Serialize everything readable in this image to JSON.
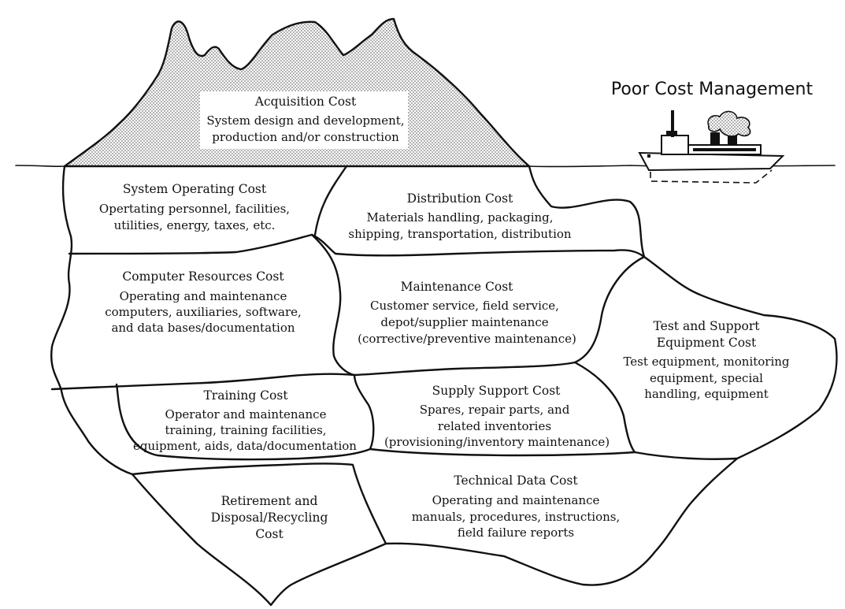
{
  "title": "Poor Cost Management",
  "regions": [
    {
      "key": "acquisition",
      "title": "Acquisition Cost",
      "lines": [
        "System design and development,",
        "production and/or construction"
      ]
    },
    {
      "key": "system_operating",
      "title": "System Operating Cost",
      "lines": [
        "Opertating personnel, facilities,",
        "utilities, energy, taxes, etc."
      ]
    },
    {
      "key": "distribution",
      "title": "Distribution Cost",
      "lines": [
        "Materials handling, packaging,",
        "shipping, transportation, distribution"
      ]
    },
    {
      "key": "computer_resources",
      "title": "Computer Resources Cost",
      "lines": [
        "Operating and maintenance",
        "computers, auxiliaries, software,",
        "and data bases/documentation"
      ]
    },
    {
      "key": "maintenance",
      "title": "Maintenance Cost",
      "lines": [
        "Customer service, field service,",
        "depot/supplier maintenance",
        "(corrective/preventive maintenance)"
      ]
    },
    {
      "key": "test_support",
      "title": "Test and Support",
      "title2": "Equipment Cost",
      "lines": [
        "Test equipment, monitoring",
        "equipment, special",
        "handling, equipment"
      ]
    },
    {
      "key": "training",
      "title": "Training Cost",
      "lines": [
        "Operator and maintenance",
        "training, training facilities,",
        "equipment, aids, data/documentation"
      ]
    },
    {
      "key": "supply_support",
      "title": "Supply Support Cost",
      "lines": [
        "Spares, repair parts, and",
        "related inventories",
        "(provisioning/inventory maintenance)"
      ]
    },
    {
      "key": "retirement",
      "title": "Retirement and",
      "title2": "Disposal/Recycling",
      "title3": "Cost",
      "lines": []
    },
    {
      "key": "technical_data",
      "title": "Technical Data Cost",
      "lines": [
        "Operating and maintenance",
        "manuals, procedures, instructions,",
        "field failure reports"
      ]
    }
  ],
  "colors": {
    "ink": "#111111",
    "dots": "#777777",
    "background": "#ffffff"
  }
}
